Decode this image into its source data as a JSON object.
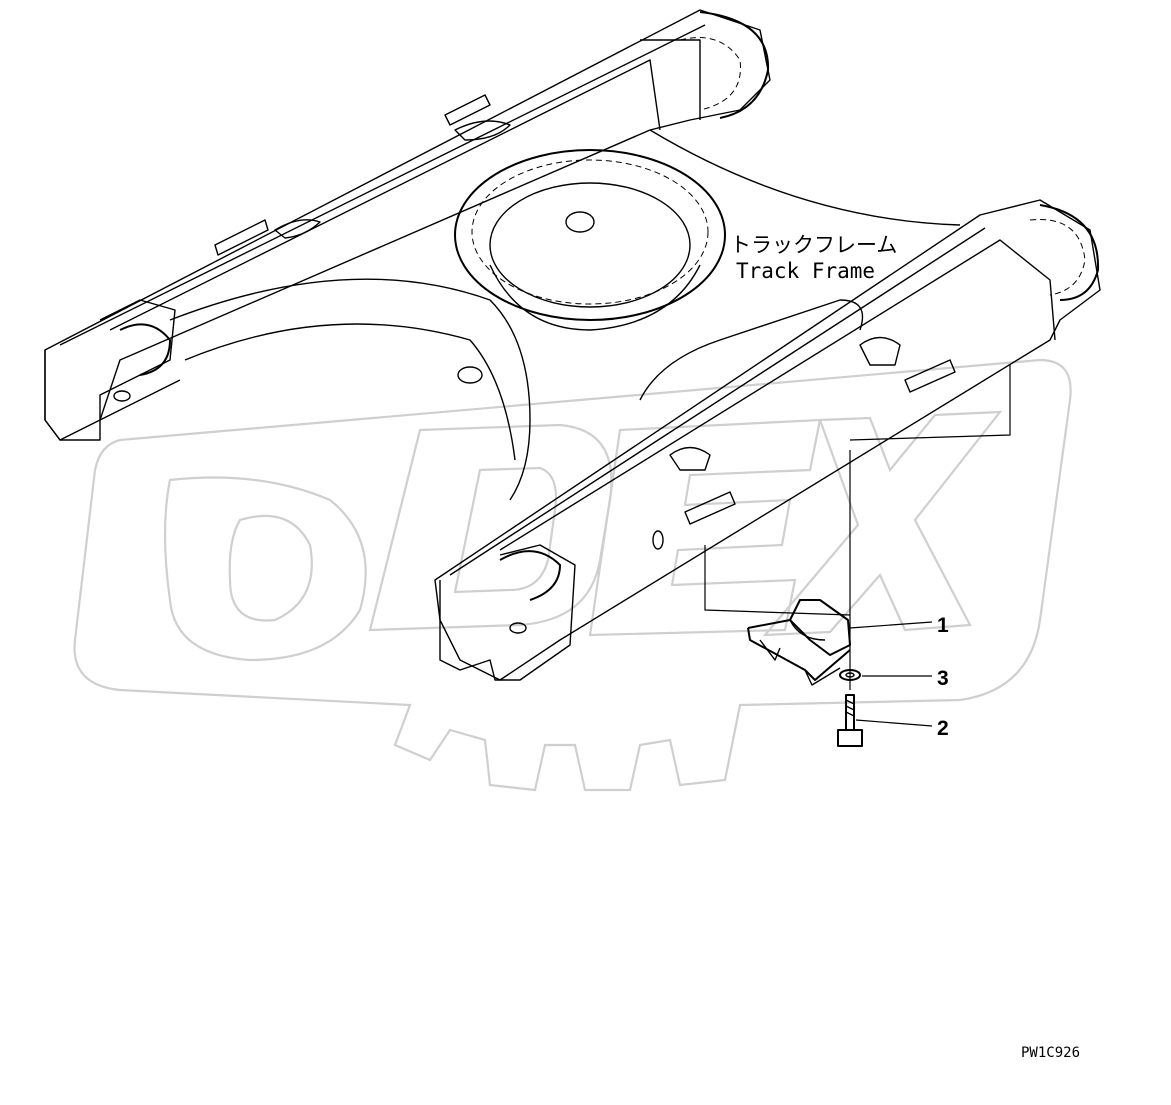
{
  "assembly": {
    "label_ja": "トラックフレーム",
    "label_en": "Track Frame"
  },
  "callouts": [
    {
      "number": "1",
      "part": "guard"
    },
    {
      "number": "3",
      "part": "washer"
    },
    {
      "number": "2",
      "part": "bolt"
    }
  ],
  "drawing_code": "PW1C926",
  "watermark": {
    "text": "ODEX",
    "color": "#cfcfcf"
  }
}
